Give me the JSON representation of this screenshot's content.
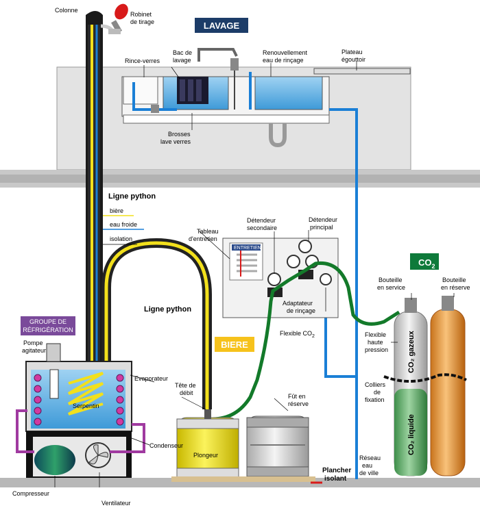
{
  "sections": {
    "lavage": "LAVAGE",
    "biere": "BIERE",
    "co2": "CO",
    "co2_sub": "2",
    "groupe": [
      "GROUPE DE",
      "RÉFRIGÉRATION"
    ]
  },
  "labels": {
    "colonne": "Colonne",
    "robinet": [
      "Robinet",
      "de tirage"
    ],
    "rince_verres": "Rince-verres",
    "bac_lavage": [
      "Bac de",
      "lavage"
    ],
    "renouvellement": [
      "Renouvellement",
      "eau de rinçage"
    ],
    "plateau": [
      "Plateau",
      "égouttoir"
    ],
    "brosses": [
      "Brosses",
      "lave verres"
    ],
    "ligne_python_1": "Ligne python",
    "biere": "bière",
    "eau_froide": "eau froide",
    "isolation": "isolation",
    "tableau": [
      "Tableau",
      "d'entretien"
    ],
    "entretien": "ENTRETIEN",
    "detendeur_secondaire": [
      "Détendeur",
      "secondaire"
    ],
    "detendeur_principal": [
      "Détendeur",
      "principal"
    ],
    "adaptateur": [
      "Adaptateur",
      "de rinçage"
    ],
    "ligne_python_2": "Ligne python",
    "flexible_co2": "Flexible CO",
    "flexible_co2_sub": "2",
    "bouteille_service": [
      "Bouteille",
      "en service"
    ],
    "bouteille_reserve": [
      "Bouteille",
      "en réserve"
    ],
    "flexible_hp": [
      "Flexible",
      "haute",
      "pression"
    ],
    "colliers": [
      "Colliers",
      "de",
      "fixation"
    ],
    "co2_gazeux": "CO₂ gazeux",
    "co2_liquide": "CO₂ liquide",
    "pompe": [
      "Pompe",
      "agitateur"
    ],
    "evaporateur": "Evaporateur",
    "serpentin": "Serpentin",
    "tete_debit": [
      "Tête de",
      "débit"
    ],
    "fut_reserve": [
      "Fût en",
      "réserve"
    ],
    "condenseur": "Condenseur",
    "plongeur": "Plongeur",
    "plancher": [
      "Plancher",
      "isolant"
    ],
    "reseau": [
      "Réseau",
      "eau",
      "de ville"
    ],
    "compresseur": "Compresseur",
    "ventilateur": "Ventilateur"
  },
  "colors": {
    "lavage_bg": "#1c3c68",
    "biere_bg": "#f6c21c",
    "co2_bg": "#0e7a3a",
    "groupe_bg": "#7a4a9a",
    "water_blue": "#1a7fd6",
    "gas_green": "#137a2a",
    "beer_yellow": "#f2e01c"
  }
}
